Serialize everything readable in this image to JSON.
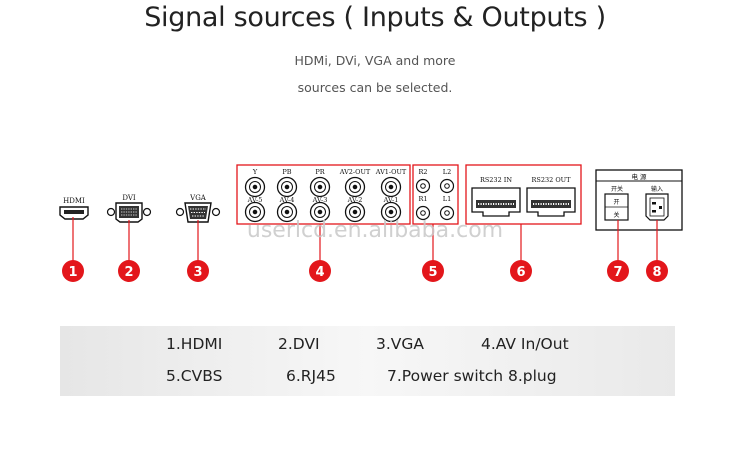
{
  "header": {
    "title": "Signal sources ( Inputs & Outputs )",
    "subtitle_line1": "HDMi, DVi, VGA and more",
    "subtitle_line2": "sources can be selected."
  },
  "ports": {
    "hdmi_label": "HDMI",
    "dvi_label": "DVI",
    "vga_label": "VGA",
    "av_top_labels": [
      "Y",
      "PB",
      "PR",
      "AV2-OUT",
      "AV1-OUT"
    ],
    "av_bottom_labels": [
      "AV-5",
      "AV-4",
      "AV-3",
      "AV-2",
      "AV-1"
    ],
    "audio_labels": [
      "R2",
      "L2",
      "R1",
      "L1"
    ],
    "rs232_in": "RS232 IN",
    "rs232_out": "RS232 OUT",
    "power_header": "电 源",
    "power_switch_label": "开关",
    "power_plug_label": "输入",
    "switch_chars": [
      "开",
      "关"
    ]
  },
  "watermark": "userlcd.en.alibaba.com",
  "markers": [
    "1",
    "2",
    "3",
    "4",
    "5",
    "6",
    "7",
    "8"
  ],
  "marker_color": "#e3161b",
  "legend": {
    "row1": [
      "1.HDMI",
      "2.DVI",
      "3.VGA",
      "4.AV In/Out"
    ],
    "row2": [
      "5.CVBS",
      "6.RJ45",
      "7.Power switch 8.plug"
    ]
  }
}
